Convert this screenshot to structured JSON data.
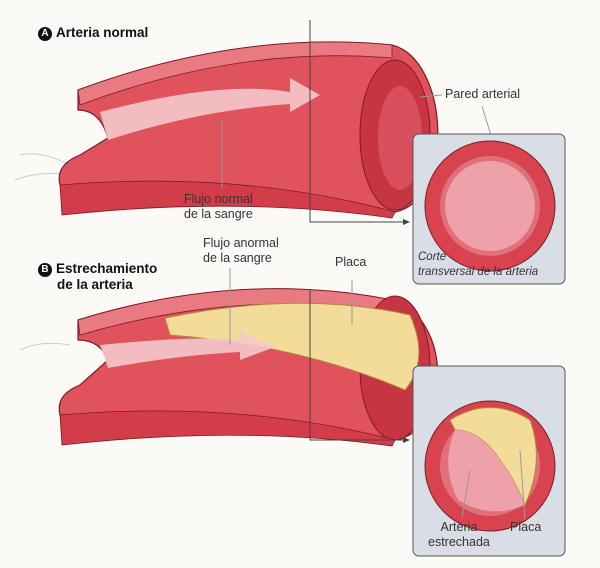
{
  "section_a": {
    "badge": "A",
    "title": "Arteria normal"
  },
  "section_b": {
    "badge": "B",
    "title_line1": "Estrechamiento",
    "title_line2": "de la arteria"
  },
  "labels": {
    "pared_arterial": "Pared arterial",
    "flujo_normal_1": "Flujo normal",
    "flujo_normal_2": "de la sangre",
    "corte_1": "Corte",
    "corte_2": "transversal de la arteria",
    "flujo_anormal_1": "Flujo anormal",
    "flujo_anormal_2": "de la sangre",
    "placa_top": "Placa",
    "arteria_estrechada_1": "Arteria",
    "arteria_estrechada_2": "estrechada",
    "placa_box": "Placa"
  },
  "colors": {
    "wall": "#d9434f",
    "wall_light": "#e8737b",
    "lumen": "#f0aab0",
    "plaque": "#f3dc9a",
    "box": "#d9dde6"
  }
}
